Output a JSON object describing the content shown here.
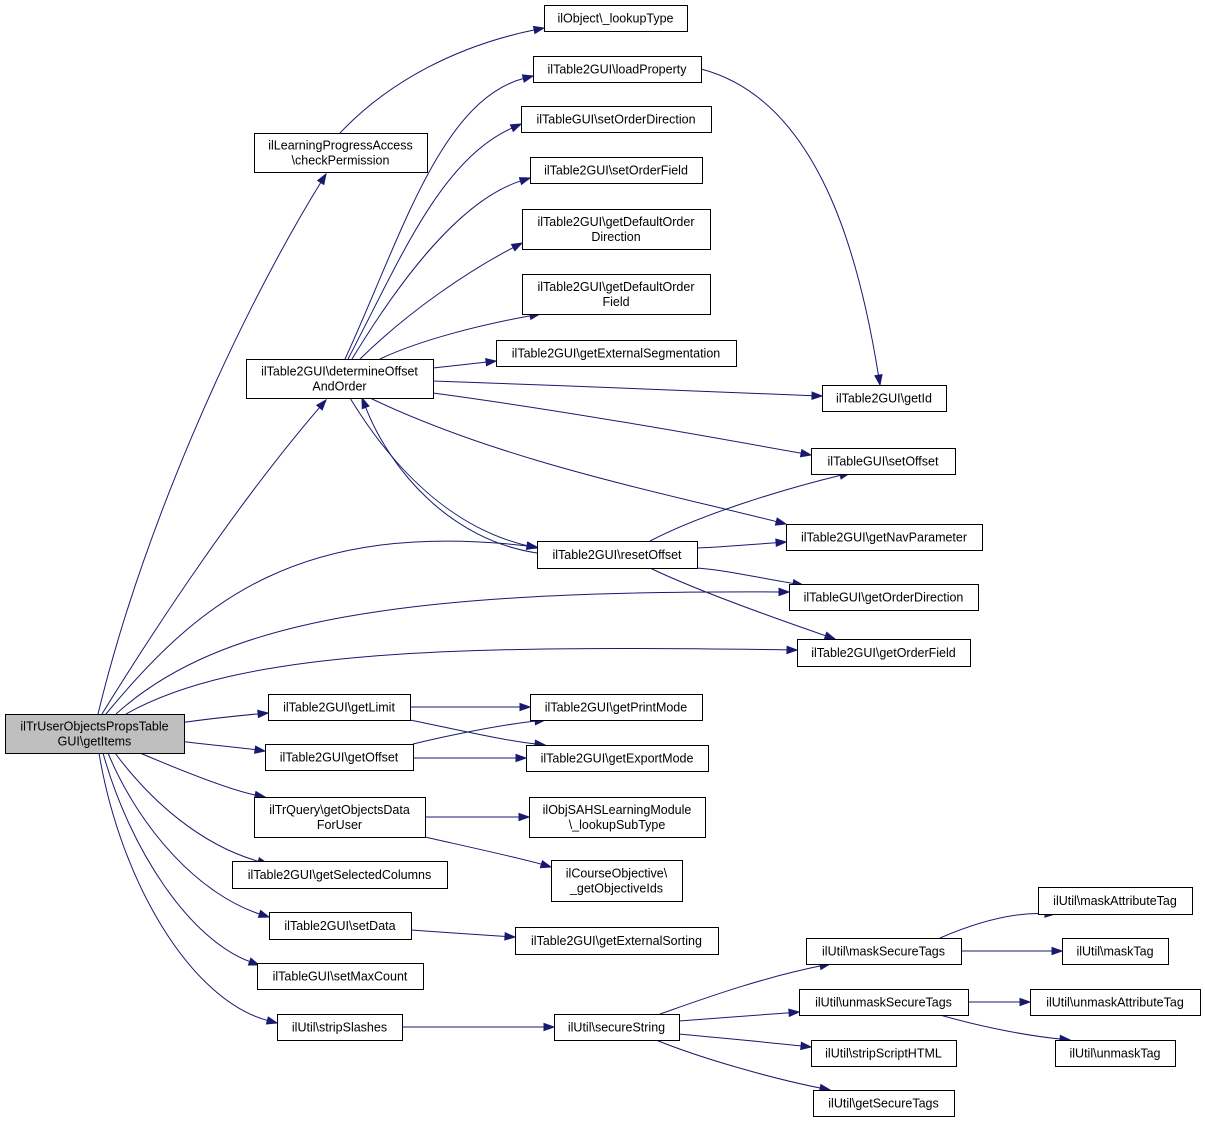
{
  "nodes": [
    {
      "id": "root",
      "lines": [
        "ilTrUserObjectsPropsTable",
        "GUI\\getItems"
      ]
    },
    {
      "id": "lookupType",
      "lines": [
        "ilObject\\_lookupType"
      ]
    },
    {
      "id": "checkPermission",
      "lines": [
        "ilLearningProgressAccess",
        "\\checkPermission"
      ]
    },
    {
      "id": "loadProperty",
      "lines": [
        "ilTable2GUI\\loadProperty"
      ]
    },
    {
      "id": "setOrderDirection",
      "lines": [
        "ilTableGUI\\setOrderDirection"
      ]
    },
    {
      "id": "setOrderField",
      "lines": [
        "ilTable2GUI\\setOrderField"
      ]
    },
    {
      "id": "getDefaultOrderDirection",
      "lines": [
        "ilTable2GUI\\getDefaultOrder",
        "Direction"
      ]
    },
    {
      "id": "getDefaultOrderField",
      "lines": [
        "ilTable2GUI\\getDefaultOrder",
        "Field"
      ]
    },
    {
      "id": "getExternalSegmentation",
      "lines": [
        "ilTable2GUI\\getExternalSegmentation"
      ]
    },
    {
      "id": "determineOffset",
      "lines": [
        "ilTable2GUI\\determineOffset",
        "AndOrder"
      ]
    },
    {
      "id": "getId",
      "lines": [
        "ilTable2GUI\\getId"
      ]
    },
    {
      "id": "setOffset",
      "lines": [
        "ilTableGUI\\setOffset"
      ]
    },
    {
      "id": "getNavParameter",
      "lines": [
        "ilTable2GUI\\getNavParameter"
      ]
    },
    {
      "id": "resetOffset",
      "lines": [
        "ilTable2GUI\\resetOffset"
      ]
    },
    {
      "id": "getOrderDirection",
      "lines": [
        "ilTableGUI\\getOrderDirection"
      ]
    },
    {
      "id": "getOrderField",
      "lines": [
        "ilTable2GUI\\getOrderField"
      ]
    },
    {
      "id": "getLimit",
      "lines": [
        "ilTable2GUI\\getLimit"
      ]
    },
    {
      "id": "getPrintMode",
      "lines": [
        "ilTable2GUI\\getPrintMode"
      ]
    },
    {
      "id": "getOffset",
      "lines": [
        "ilTable2GUI\\getOffset"
      ]
    },
    {
      "id": "getExportMode",
      "lines": [
        "ilTable2GUI\\getExportMode"
      ]
    },
    {
      "id": "getObjectsData",
      "lines": [
        "ilTrQuery\\getObjectsData",
        "ForUser"
      ]
    },
    {
      "id": "lookupSubType",
      "lines": [
        "ilObjSAHSLearningModule",
        "\\_lookupSubType"
      ]
    },
    {
      "id": "getObjectiveIds",
      "lines": [
        "ilCourseObjective\\",
        "_getObjectiveIds"
      ]
    },
    {
      "id": "getSelectedColumns",
      "lines": [
        "ilTable2GUI\\getSelectedColumns"
      ]
    },
    {
      "id": "maskAttributeTag",
      "lines": [
        "ilUtil\\maskAttributeTag"
      ]
    },
    {
      "id": "setData",
      "lines": [
        "ilTable2GUI\\setData"
      ]
    },
    {
      "id": "getExternalSorting",
      "lines": [
        "ilTable2GUI\\getExternalSorting"
      ]
    },
    {
      "id": "maskSecureTags",
      "lines": [
        "ilUtil\\maskSecureTags"
      ]
    },
    {
      "id": "maskTag",
      "lines": [
        "ilUtil\\maskTag"
      ]
    },
    {
      "id": "setMaxCount",
      "lines": [
        "ilTableGUI\\setMaxCount"
      ]
    },
    {
      "id": "unmaskSecureTags",
      "lines": [
        "ilUtil\\unmaskSecureTags"
      ]
    },
    {
      "id": "unmaskAttributeTag",
      "lines": [
        "ilUtil\\unmaskAttributeTag"
      ]
    },
    {
      "id": "stripSlashes",
      "lines": [
        "ilUtil\\stripSlashes"
      ]
    },
    {
      "id": "secureString",
      "lines": [
        "ilUtil\\secureString"
      ]
    },
    {
      "id": "unmaskTag",
      "lines": [
        "ilUtil\\unmaskTag"
      ]
    },
    {
      "id": "stripScriptHTML",
      "lines": [
        "ilUtil\\stripScriptHTML"
      ]
    },
    {
      "id": "getSecureTags",
      "lines": [
        "ilUtil\\getSecureTags"
      ]
    }
  ],
  "edges": [
    [
      "root",
      "checkPermission"
    ],
    [
      "checkPermission",
      "lookupType"
    ],
    [
      "root",
      "determineOffset"
    ],
    [
      "determineOffset",
      "loadProperty"
    ],
    [
      "determineOffset",
      "setOrderDirection"
    ],
    [
      "determineOffset",
      "setOrderField"
    ],
    [
      "determineOffset",
      "getDefaultOrderDirection"
    ],
    [
      "determineOffset",
      "getDefaultOrderField"
    ],
    [
      "determineOffset",
      "getExternalSegmentation"
    ],
    [
      "determineOffset",
      "getId"
    ],
    [
      "loadProperty",
      "getId"
    ],
    [
      "determineOffset",
      "setOffset"
    ],
    [
      "determineOffset",
      "getNavParameter"
    ],
    [
      "determineOffset",
      "resetOffset"
    ],
    [
      "resetOffset",
      "determineOffset"
    ],
    [
      "resetOffset",
      "setOffset"
    ],
    [
      "resetOffset",
      "getNavParameter"
    ],
    [
      "resetOffset",
      "getOrderDirection"
    ],
    [
      "resetOffset",
      "getOrderField"
    ],
    [
      "root",
      "resetOffset"
    ],
    [
      "root",
      "getOrderDirection"
    ],
    [
      "root",
      "getOrderField"
    ],
    [
      "root",
      "getLimit"
    ],
    [
      "getLimit",
      "getPrintMode"
    ],
    [
      "getLimit",
      "getExportMode"
    ],
    [
      "root",
      "getOffset"
    ],
    [
      "getOffset",
      "getPrintMode"
    ],
    [
      "getOffset",
      "getExportMode"
    ],
    [
      "root",
      "getObjectsData"
    ],
    [
      "getObjectsData",
      "lookupSubType"
    ],
    [
      "getObjectsData",
      "getObjectiveIds"
    ],
    [
      "root",
      "getSelectedColumns"
    ],
    [
      "root",
      "setData"
    ],
    [
      "setData",
      "getExternalSorting"
    ],
    [
      "root",
      "setMaxCount"
    ],
    [
      "root",
      "stripSlashes"
    ],
    [
      "stripSlashes",
      "secureString"
    ],
    [
      "secureString",
      "maskSecureTags"
    ],
    [
      "secureString",
      "unmaskSecureTags"
    ],
    [
      "secureString",
      "stripScriptHTML"
    ],
    [
      "secureString",
      "getSecureTags"
    ],
    [
      "maskSecureTags",
      "maskAttributeTag"
    ],
    [
      "maskSecureTags",
      "maskTag"
    ],
    [
      "unmaskSecureTags",
      "unmaskAttributeTag"
    ],
    [
      "unmaskSecureTags",
      "unmaskTag"
    ]
  ]
}
